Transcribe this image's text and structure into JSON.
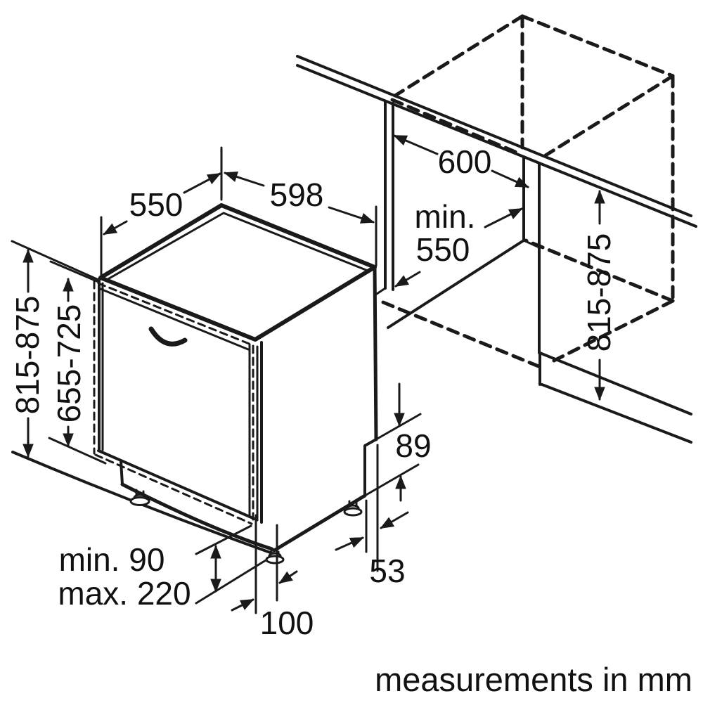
{
  "diagram": {
    "type": "appliance-installation-drawing",
    "subject": "built-in dishwasher niche dimensions",
    "unit_note": "measurements in mm",
    "colors": {
      "line": "#1a1a1a",
      "background": "#ffffff"
    },
    "dimensions": {
      "appliance_depth": "550",
      "appliance_width": "598",
      "niche_width": "600",
      "niche_depth_line1": "min.",
      "niche_depth_line2": "550",
      "appliance_height_range": "815-875",
      "door_panel_height_range": "655-725",
      "niche_height_range": "815-875",
      "rear_foot_step": "89",
      "rear_foot_offset": "53",
      "plinth_min": "min. 90",
      "plinth_max": "max. 220",
      "front_foot_inset": "100"
    }
  }
}
